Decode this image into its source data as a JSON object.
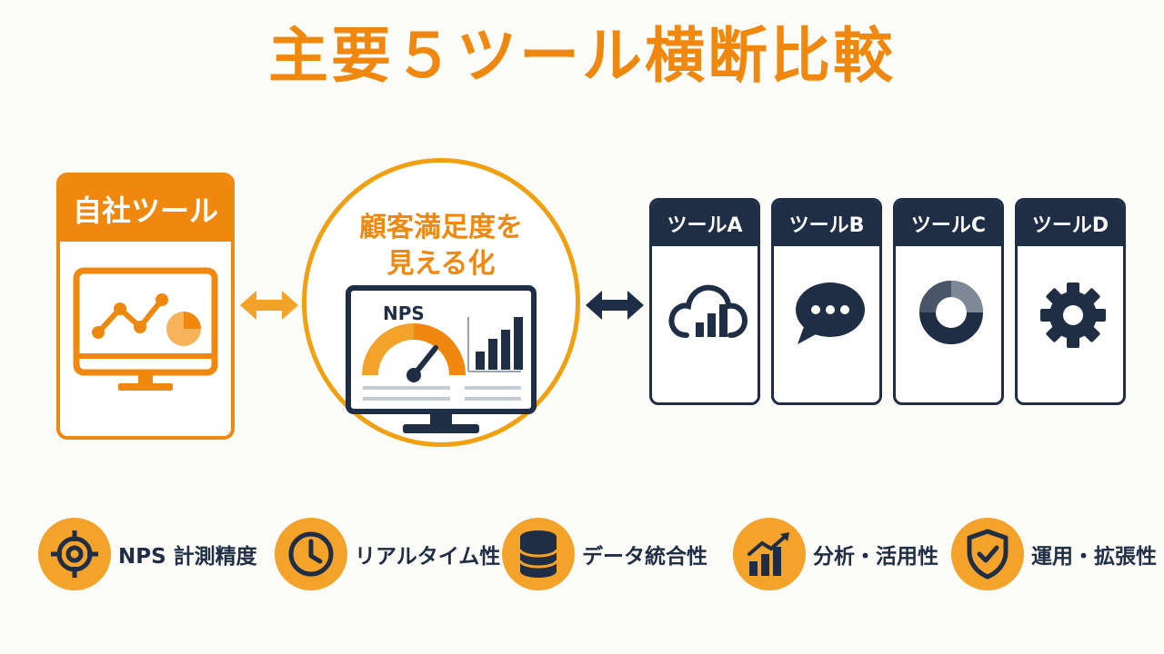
{
  "title": "主要５ツール横断比較",
  "own_tool": {
    "label": "自社ツール"
  },
  "center": {
    "line1": "顧客満足度を",
    "line2": "見える化",
    "nps_label": "NPS"
  },
  "tools": [
    {
      "label": "ツールA",
      "icon": "cloud-chart-icon"
    },
    {
      "label": "ツールB",
      "icon": "chat-bubble-icon"
    },
    {
      "label": "ツールC",
      "icon": "donut-chart-icon"
    },
    {
      "label": "ツールD",
      "icon": "gear-icon"
    }
  ],
  "features": [
    {
      "label": "NPS 計測精度",
      "icon": "target-icon"
    },
    {
      "label": "リアルタイム性",
      "icon": "clock-icon"
    },
    {
      "label": "データ統合性",
      "icon": "database-icon"
    },
    {
      "label": "分析・活用性",
      "icon": "growth-chart-icon"
    },
    {
      "label": "運用・拡張性",
      "icon": "shield-check-icon"
    }
  ],
  "colors": {
    "accent": "#f0880f",
    "accent_light": "#f4a32a",
    "navy": "#1f2d45",
    "background": "#fbfbf7"
  }
}
